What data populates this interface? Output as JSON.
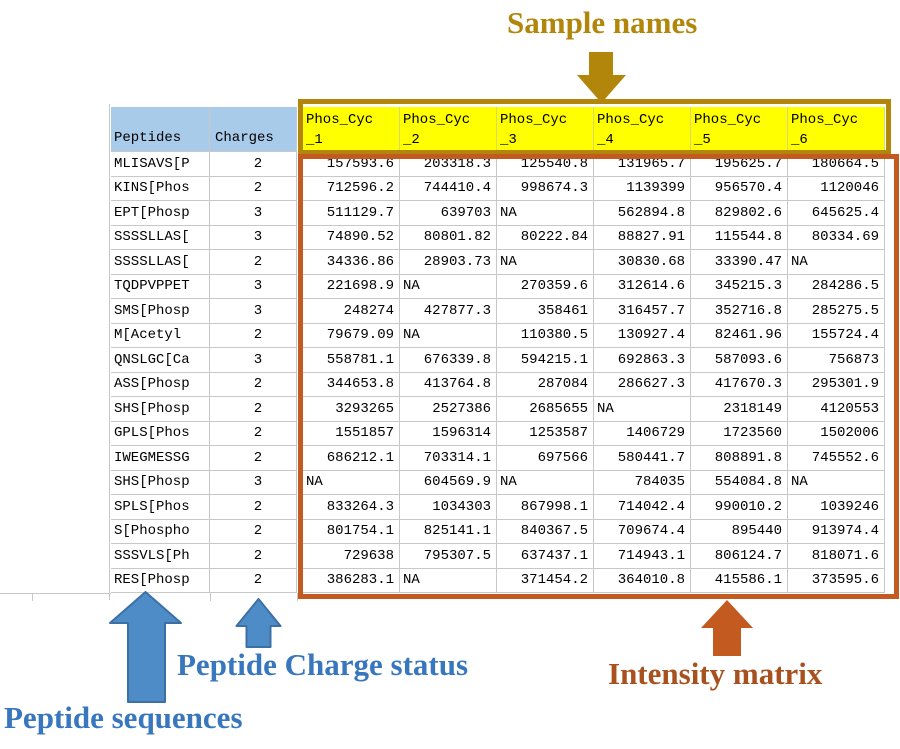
{
  "annotations": {
    "sample_names": {
      "label": "Sample names"
    },
    "peptide_sequences": {
      "label": "Peptide sequences"
    },
    "peptide_charge": {
      "label": "Peptide Charge status"
    },
    "intensity_matrix": {
      "label": "Intensity matrix"
    }
  },
  "colors": {
    "gold": "#B1860B",
    "yellow": "#FFFF00",
    "header_blue": "#A9CBEA",
    "blue_text": "#3876BE",
    "blue_arrow_fill": "#4E8CC8",
    "blue_arrow_stroke": "#3C70A4",
    "orange": "#C35A20",
    "orange_text": "#A8511E",
    "grid": "#C8C8C8"
  },
  "table": {
    "headers": {
      "peptides": "Peptides",
      "charges": "Charges"
    },
    "samples": [
      {
        "name": "Phos_Cyc_1",
        "line1": "Phos_Cyc",
        "line2": "_1"
      },
      {
        "name": "Phos_Cyc_2",
        "line1": "Phos_Cyc",
        "line2": "_2"
      },
      {
        "name": "Phos_Cyc_3",
        "line1": "Phos_Cyc",
        "line2": "_3"
      },
      {
        "name": "Phos_Cyc_4",
        "line1": "Phos_Cyc",
        "line2": "_4"
      },
      {
        "name": "Phos_Cyc_5",
        "line1": "Phos_Cyc",
        "line2": "_5"
      },
      {
        "name": "Phos_Cyc_6",
        "line1": "Phos_Cyc",
        "line2": "_6"
      }
    ],
    "rows": [
      {
        "peptide": "MLISAVS[P",
        "charge": "2",
        "values": [
          "157593.6",
          "203318.3",
          "125540.8",
          "131965.7",
          "195625.7",
          "180664.5"
        ]
      },
      {
        "peptide": "KINS[Phos",
        "charge": "2",
        "values": [
          "712596.2",
          "744410.4",
          "998674.3",
          "1139399",
          "956570.4",
          "1120046"
        ]
      },
      {
        "peptide": "EPT[Phosp",
        "charge": "3",
        "values": [
          "511129.7",
          "639703",
          "NA",
          "562894.8",
          "829802.6",
          "645625.4"
        ]
      },
      {
        "peptide": "SSSSLLAS[",
        "charge": "3",
        "values": [
          "74890.52",
          "80801.82",
          "80222.84",
          "88827.91",
          "115544.8",
          "80334.69"
        ]
      },
      {
        "peptide": "SSSSLLAS[",
        "charge": "2",
        "values": [
          "34336.86",
          "28903.73",
          "NA",
          "30830.68",
          "33390.47",
          "NA"
        ]
      },
      {
        "peptide": "TQDPVPPET",
        "charge": "3",
        "values": [
          "221698.9",
          "NA",
          "270359.6",
          "312614.6",
          "345215.3",
          "284286.5"
        ]
      },
      {
        "peptide": "SMS[Phosp",
        "charge": "3",
        "values": [
          "248274",
          "427877.3",
          "358461",
          "316457.7",
          "352716.8",
          "285275.5"
        ]
      },
      {
        "peptide": "M[Acetyl",
        "charge": "2",
        "values": [
          "79679.09",
          "NA",
          "110380.5",
          "130927.4",
          "82461.96",
          "155724.4"
        ]
      },
      {
        "peptide": "QNSLGC[Ca",
        "charge": "3",
        "values": [
          "558781.1",
          "676339.8",
          "594215.1",
          "692863.3",
          "587093.6",
          "756873"
        ]
      },
      {
        "peptide": "ASS[Phosp",
        "charge": "2",
        "values": [
          "344653.8",
          "413764.8",
          "287084",
          "286627.3",
          "417670.3",
          "295301.9"
        ]
      },
      {
        "peptide": "SHS[Phosp",
        "charge": "2",
        "values": [
          "3293265",
          "2527386",
          "2685655",
          "NA",
          "2318149",
          "4120553"
        ]
      },
      {
        "peptide": "GPLS[Phos",
        "charge": "2",
        "values": [
          "1551857",
          "1596314",
          "1253587",
          "1406729",
          "1723560",
          "1502006"
        ]
      },
      {
        "peptide": "IWEGMESSG",
        "charge": "2",
        "values": [
          "686212.1",
          "703314.1",
          "697566",
          "580441.7",
          "808891.8",
          "745552.6"
        ]
      },
      {
        "peptide": "SHS[Phosp",
        "charge": "3",
        "values": [
          "NA",
          "604569.9",
          "NA",
          "784035",
          "554084.8",
          "NA"
        ]
      },
      {
        "peptide": "SPLS[Phos",
        "charge": "2",
        "values": [
          "833264.3",
          "1034303",
          "867998.1",
          "714042.4",
          "990010.2",
          "1039246"
        ]
      },
      {
        "peptide": "S[Phospho",
        "charge": "2",
        "values": [
          "801754.1",
          "825141.1",
          "840367.5",
          "709674.4",
          "895440",
          "913974.4"
        ]
      },
      {
        "peptide": "SSSVLS[Ph",
        "charge": "2",
        "values": [
          "729638",
          "795307.5",
          "637437.1",
          "714943.1",
          "806124.7",
          "818071.6"
        ]
      },
      {
        "peptide": "RES[Phosp",
        "charge": "2",
        "values": [
          "386283.1",
          "NA",
          "371454.2",
          "364010.8",
          "415586.1",
          "373595.6"
        ]
      }
    ]
  }
}
